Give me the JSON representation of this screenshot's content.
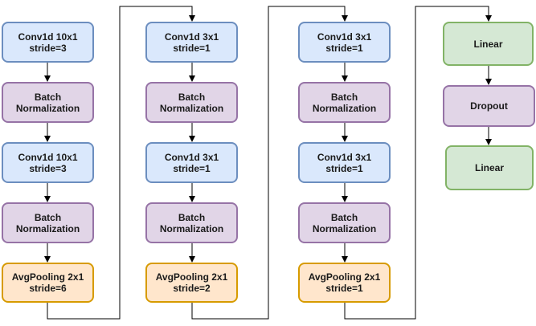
{
  "diagram": {
    "columns": [
      {
        "blocks": [
          {
            "kind": "conv",
            "label": "Conv1d 10x1\nstride=3"
          },
          {
            "kind": "bn",
            "label": "Batch\nNormalization"
          },
          {
            "kind": "conv",
            "label": "Conv1d 10x1\nstride=3"
          },
          {
            "kind": "bn",
            "label": "Batch\nNormalization"
          },
          {
            "kind": "pool",
            "label": "AvgPooling 2x1\nstride=6"
          }
        ]
      },
      {
        "blocks": [
          {
            "kind": "conv",
            "label": "Conv1d 3x1\nstride=1"
          },
          {
            "kind": "bn",
            "label": "Batch\nNormalization"
          },
          {
            "kind": "conv",
            "label": "Conv1d 3x1\nstride=1"
          },
          {
            "kind": "bn",
            "label": "Batch\nNormalization"
          },
          {
            "kind": "pool",
            "label": "AvgPooling 2x1\nstride=2"
          }
        ]
      },
      {
        "blocks": [
          {
            "kind": "conv",
            "label": "Conv1d 3x1\nstride=1"
          },
          {
            "kind": "bn",
            "label": "Batch\nNormalization"
          },
          {
            "kind": "conv",
            "label": "Conv1d 3x1\nstride=1"
          },
          {
            "kind": "bn",
            "label": "Batch\nNormalization"
          },
          {
            "kind": "pool",
            "label": "AvgPooling 2x1\nstride=1"
          }
        ]
      },
      {
        "blocks": [
          {
            "kind": "lin",
            "label": "Linear"
          },
          {
            "kind": "drop",
            "label": "Dropout"
          },
          {
            "kind": "lin",
            "label": "Linear"
          }
        ]
      }
    ],
    "colors": {
      "conv_fill": "#dae8fc",
      "conv_stroke": "#6c8ebf",
      "bn_fill": "#e1d5e7",
      "bn_stroke": "#9673a6",
      "pool_fill": "#ffe6cc",
      "pool_stroke": "#d79b00",
      "linear_fill": "#d5e8d4",
      "linear_stroke": "#82b366",
      "connector": "#000000"
    }
  }
}
